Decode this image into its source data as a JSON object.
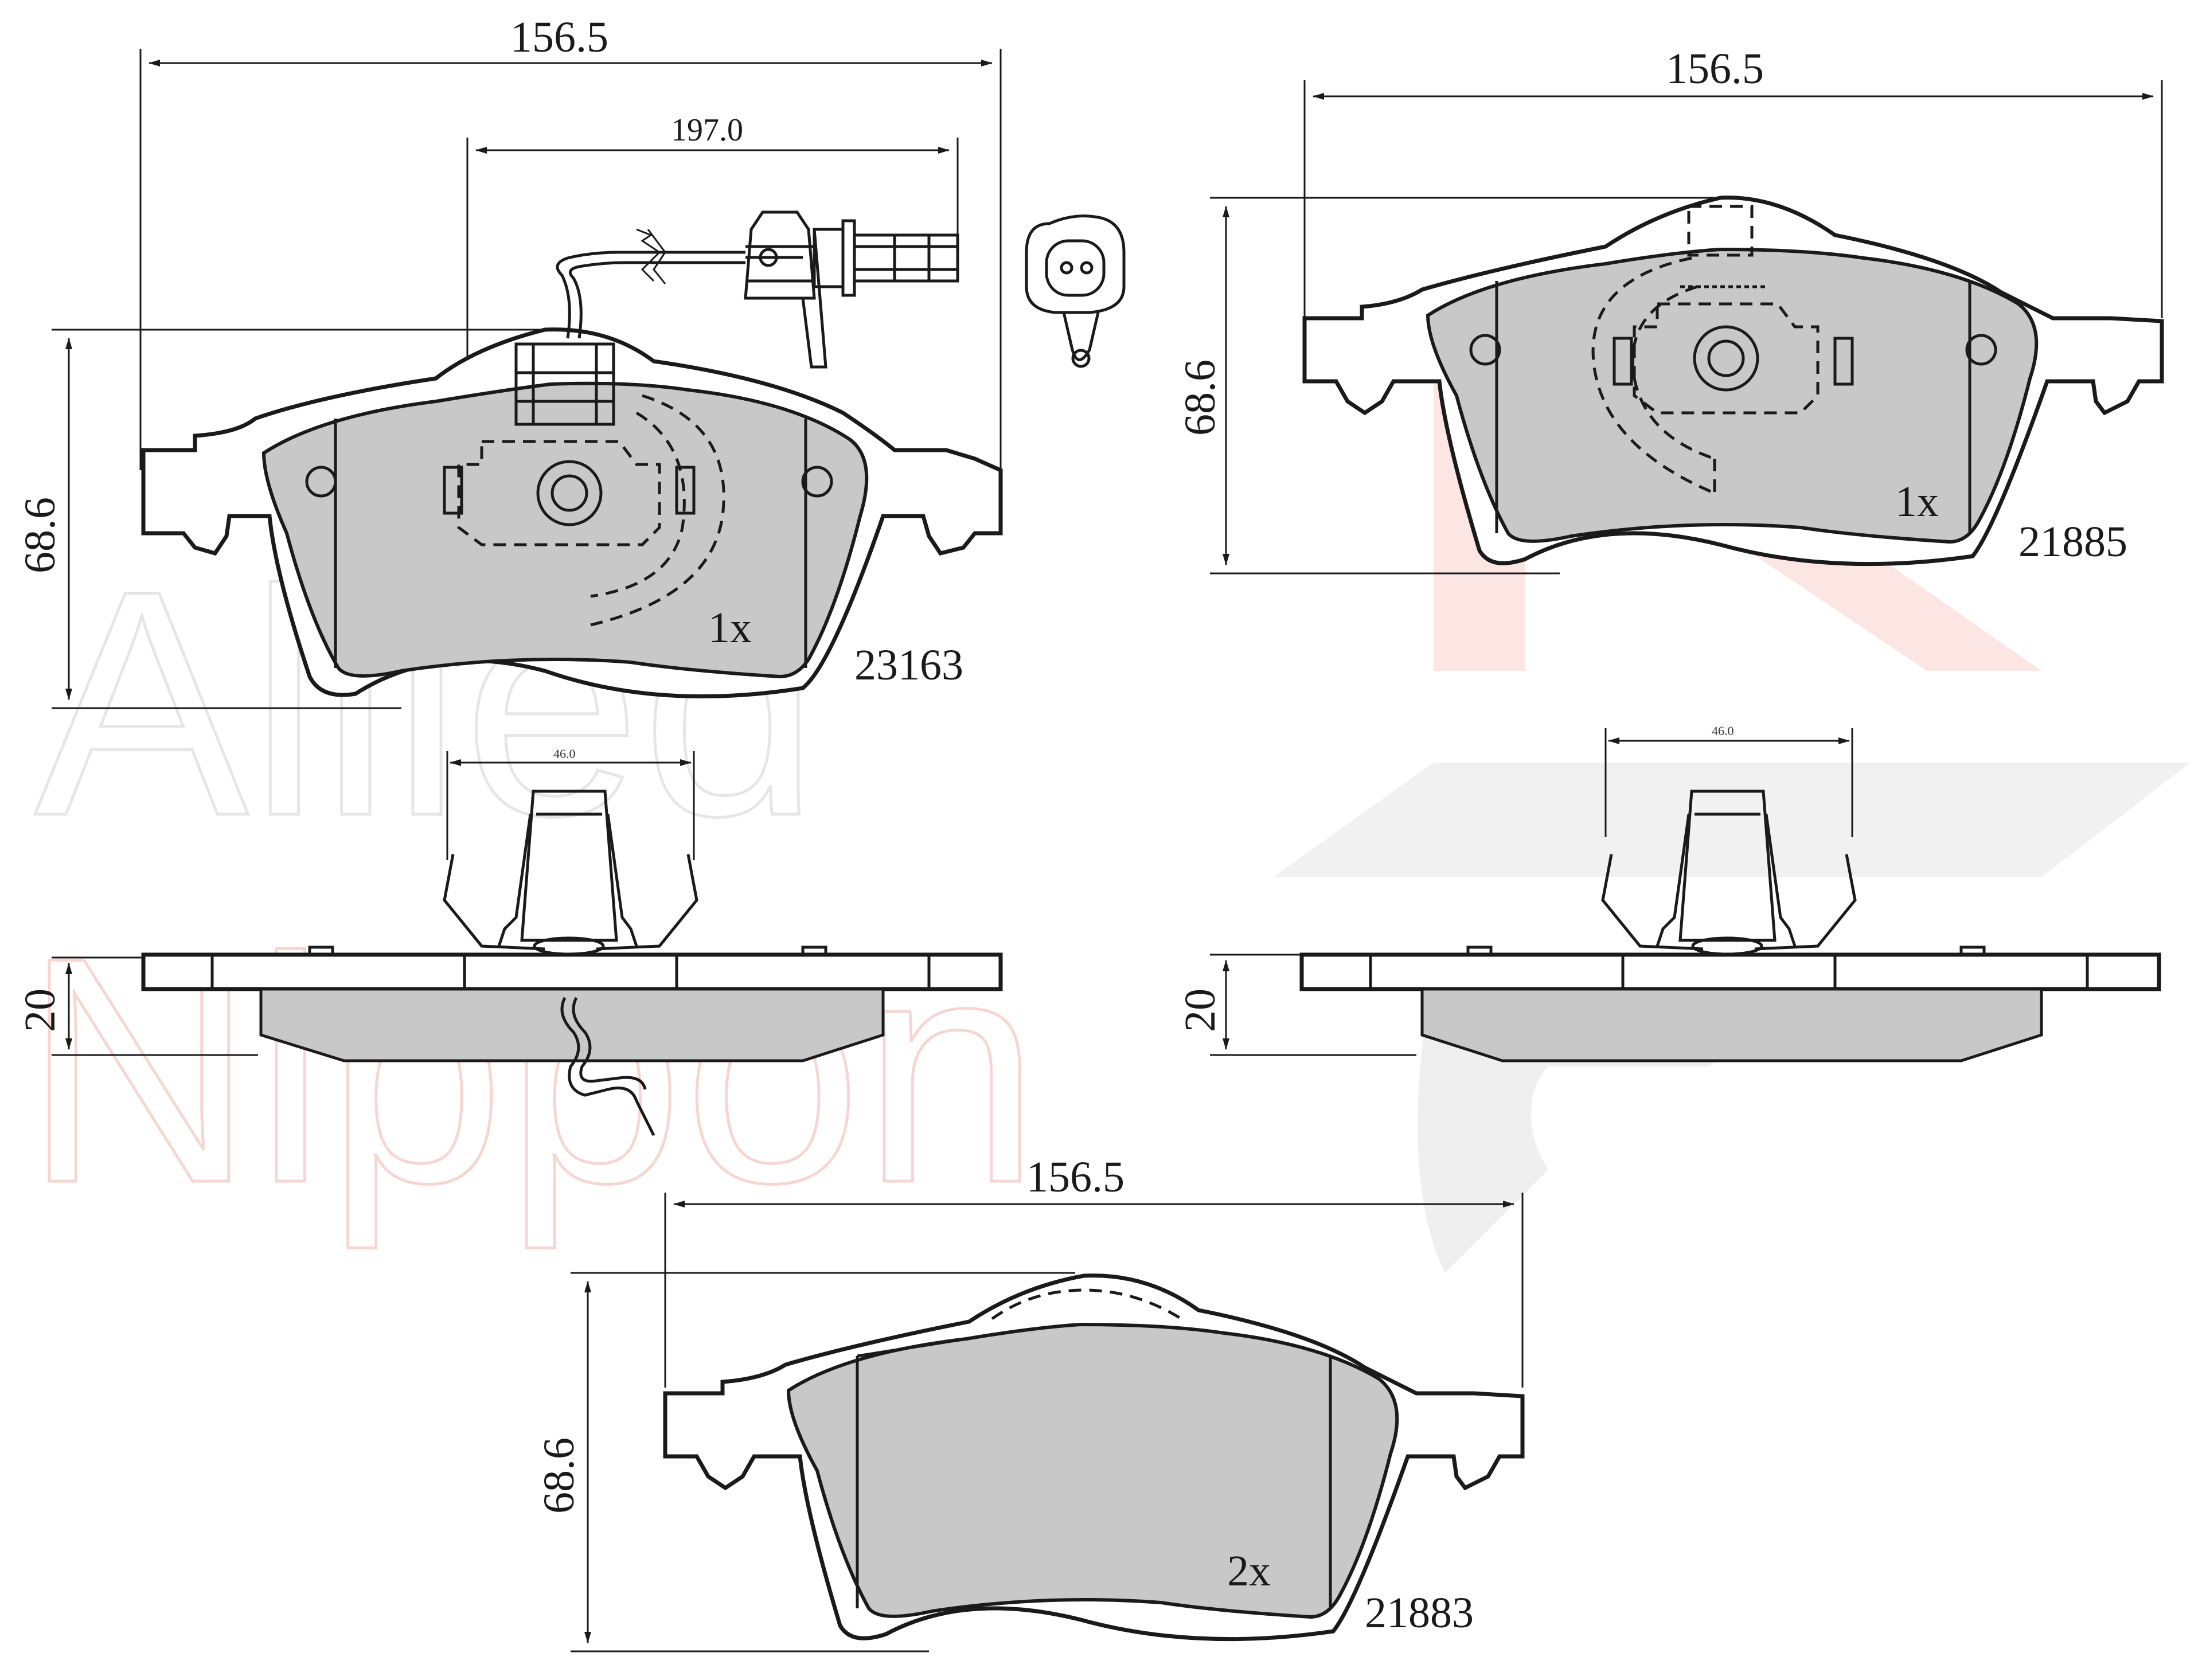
{
  "watermark": {
    "line1": "Allied",
    "line2": "Nippon",
    "colors": {
      "line1": "#e6e6e6",
      "line2": "#f6d6d2",
      "logo_red": "#fbe3e0",
      "logo_grey": "#eeeeee"
    }
  },
  "pads": [
    {
      "part_number": "23163",
      "quantity": "1x",
      "width_label": "156.5",
      "height_label": "68.6",
      "sensor_length_label": "197.0",
      "has_wear_sensor": true
    },
    {
      "part_number": "21885",
      "quantity": "1x",
      "width_label": "156.5",
      "height_label": "68.6"
    },
    {
      "part_number": "21883",
      "quantity": "2x",
      "width_label": "156.5",
      "height_label": "68.6"
    }
  ],
  "side_views": [
    {
      "thickness_label": "20",
      "clip_width_label": "46.0"
    },
    {
      "thickness_label": "20",
      "clip_width_label": "46.0"
    }
  ],
  "colors": {
    "friction": "#c8c8c8",
    "line": "#1a1a1a",
    "background": "#ffffff"
  }
}
